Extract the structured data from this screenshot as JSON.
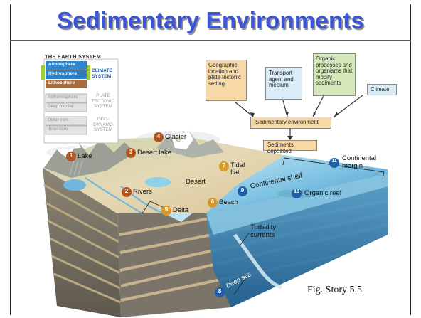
{
  "slide": {
    "title": "Sedimentary Environments",
    "caption": "Fig. Story 5.5"
  },
  "earth_system": {
    "heading": "THE EARTH SYSTEM",
    "layers": [
      "Atmosphere",
      "Hydrosphere",
      "Lithosphere",
      "Asthenosphere",
      "Deep mantle",
      "Outer core",
      "Inner core"
    ],
    "systems": [
      "CLIMATE SYSTEM",
      "PLATE TECTONIC SYSTEM",
      "GEO-DYNAMO SYSTEM"
    ]
  },
  "flowchart": {
    "inputs": [
      "Geographic location and plate tectonic setting",
      "Transport agent and medium",
      "Organic processes and organisms that modify sediments",
      "Climate"
    ],
    "middle": "Sedimentary environment",
    "bottom": "Sediments deposited"
  },
  "environments": [
    {
      "num": "1",
      "label": "Lake"
    },
    {
      "num": "2",
      "label": "Rivers"
    },
    {
      "num": "3",
      "label": "Desert lake"
    },
    {
      "num": "4",
      "label": "Glacier"
    },
    {
      "num": "5",
      "label": "Delta"
    },
    {
      "num": "6",
      "label": "Beach"
    },
    {
      "num": "7",
      "label": "Tidal flat"
    },
    {
      "num": "8",
      "label": "Deep sea"
    },
    {
      "num": "9",
      "label": "Continental shelf"
    },
    {
      "num": "10",
      "label": "Organic reef"
    },
    {
      "num": "11",
      "label": "Continental margin"
    }
  ],
  "extra_labels": {
    "desert": "Desert",
    "turbidity": "Turbidity currents"
  },
  "colors": {
    "title": "#3b55d9",
    "badge_brown": "#b5541e",
    "badge_blue": "#1f5fa8",
    "ocean": "#7fc3e3"
  }
}
